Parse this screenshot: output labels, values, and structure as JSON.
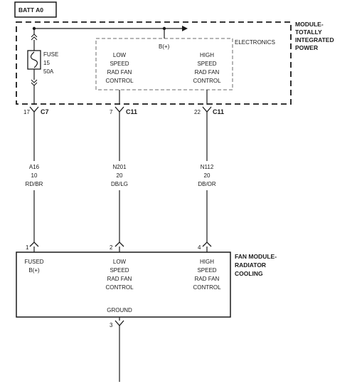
{
  "header": {
    "batt_label": "BATT A0"
  },
  "module": {
    "title_lines": [
      "MODULE-",
      "TOTALLY",
      "INTEGRATED",
      "POWER"
    ],
    "electronics_label": "ELECTRONICS",
    "bplus_label": "B(+)",
    "fuse": {
      "lines": [
        "FUSE",
        "15",
        "50A"
      ]
    },
    "low_control": [
      "LOW",
      "SPEED",
      "RAD FAN",
      "CONTROL"
    ],
    "high_control": [
      "HIGH",
      "SPEED",
      "RAD FAN",
      "CONTROL"
    ]
  },
  "connectors": [
    {
      "pin": "17",
      "name": "C7"
    },
    {
      "pin": "7",
      "name": "C11"
    },
    {
      "pin": "22",
      "name": "C11"
    }
  ],
  "wires": [
    {
      "circuit": "A16",
      "gauge": "10",
      "color": "RD/BR"
    },
    {
      "circuit": "N201",
      "gauge": "20",
      "color": "DB/LG"
    },
    {
      "circuit": "N112",
      "gauge": "20",
      "color": "DB/OR"
    }
  ],
  "fan_module": {
    "title_lines": [
      "FAN MODULE-",
      "RADIATOR",
      "COOLING"
    ],
    "pins": [
      "1",
      "2",
      "4"
    ],
    "fused_lines": [
      "FUSED",
      "B(+)"
    ],
    "low_lines": [
      "LOW",
      "SPEED",
      "RAD FAN",
      "CONTROL"
    ],
    "high_lines": [
      "HIGH",
      "SPEED",
      "RAD FAN",
      "CONTROL"
    ],
    "ground_label": "GROUND",
    "ground_pin": "3"
  },
  "colors": {
    "ink": "#1a1a1a",
    "dashed_inner": "#6b6b6b"
  }
}
